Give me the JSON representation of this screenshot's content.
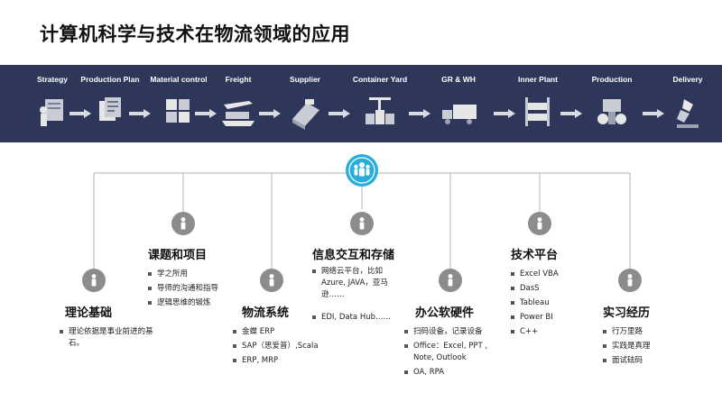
{
  "title": "计算机科学与技术在物流领域的应用",
  "process_steps": [
    {
      "label": "Strategy",
      "icon": "strategy-icon"
    },
    {
      "label": "Production Plan",
      "icon": "production-plan-icon"
    },
    {
      "label": "Material control",
      "icon": "material-control-icon"
    },
    {
      "label": "Freight",
      "icon": "freight-icon"
    },
    {
      "label": "Supplier",
      "icon": "supplier-icon"
    },
    {
      "label": "Container Yard",
      "icon": "container-yard-icon"
    },
    {
      "label": "GR & WH",
      "icon": "warehouse-icon"
    },
    {
      "label": "Inner Plant",
      "icon": "inner-plant-icon"
    },
    {
      "label": "Production",
      "icon": "production-icon"
    },
    {
      "label": "Delivery",
      "icon": "delivery-icon"
    }
  ],
  "hub": {
    "icon": "people-icon"
  },
  "categories": [
    {
      "title": "理论基础",
      "items": [
        "理论依据是事业前进的基石。"
      ]
    },
    {
      "title": "课题和项目",
      "items": [
        "学之所用",
        "导师的沟通和指导",
        "逻辑思维的锻炼"
      ]
    },
    {
      "title": "物流系统",
      "items": [
        "金蝶 ERP",
        "SAP（思爱普）,Scala",
        "ERP, MRP"
      ]
    },
    {
      "title": "信息交互和存储",
      "items": [
        "网络云平台，比如Azure, JAVA，亚马逊……",
        "EDI, Data Hub……"
      ]
    },
    {
      "title": "办公软硬件",
      "items": [
        "扫码设备，记录设备",
        "Office：Excel, PPT , Note, Outlook",
        "OA, RPA"
      ]
    },
    {
      "title": "技术平台",
      "items": [
        "Excel VBA",
        "DasS",
        "Tableau",
        "Power BI",
        "C++"
      ]
    },
    {
      "title": "实习经历",
      "items": [
        "行万里路",
        "实践是真理",
        "面试砝码"
      ]
    }
  ],
  "colors": {
    "band": "#2e3759",
    "hub": "#27aeda",
    "node": "#8c8c8c",
    "line": "#bfbfbf"
  }
}
